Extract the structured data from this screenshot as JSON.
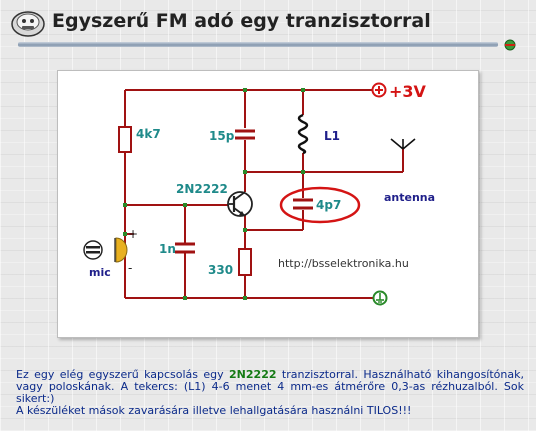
{
  "page": {
    "title": "Egyszerű FM adó egy tranzisztorral"
  },
  "circuit": {
    "supply_label": "+3V",
    "resistor_top": "4k7",
    "capacitor_top": "15p",
    "coil": "L1",
    "transistor": "2N2222",
    "capacitor_highlight": "4p7",
    "antenna": "antenna",
    "capacitor_mid": "1n",
    "resistor_bottom": "330",
    "mic": "mic",
    "plus_sign": "+",
    "minus_sign": "-",
    "watermark": "http://bsselektronika.hu",
    "colors": {
      "wire": "#a01212",
      "teal_label": "#1f8a8a",
      "navy_label": "#1f1f8a",
      "supply": "#d41414",
      "junction": "#2a8a2a",
      "ground": "#2a8a2a"
    }
  },
  "description": {
    "part1": "Ez egy elég egyszerű kapcsolás egy ",
    "highlight": "2N2222",
    "part2": " tranzisztorral. Használható kihangosítónak, vagy poloskának. A tekercs: (L1) 4-6 menet 4 mm-es átmérőre 0,3-as rézhuzalból. Sok sikert:)",
    "warning": "A készüléket mások zavarására illetve lehallgatására használni TILOS!!!"
  }
}
